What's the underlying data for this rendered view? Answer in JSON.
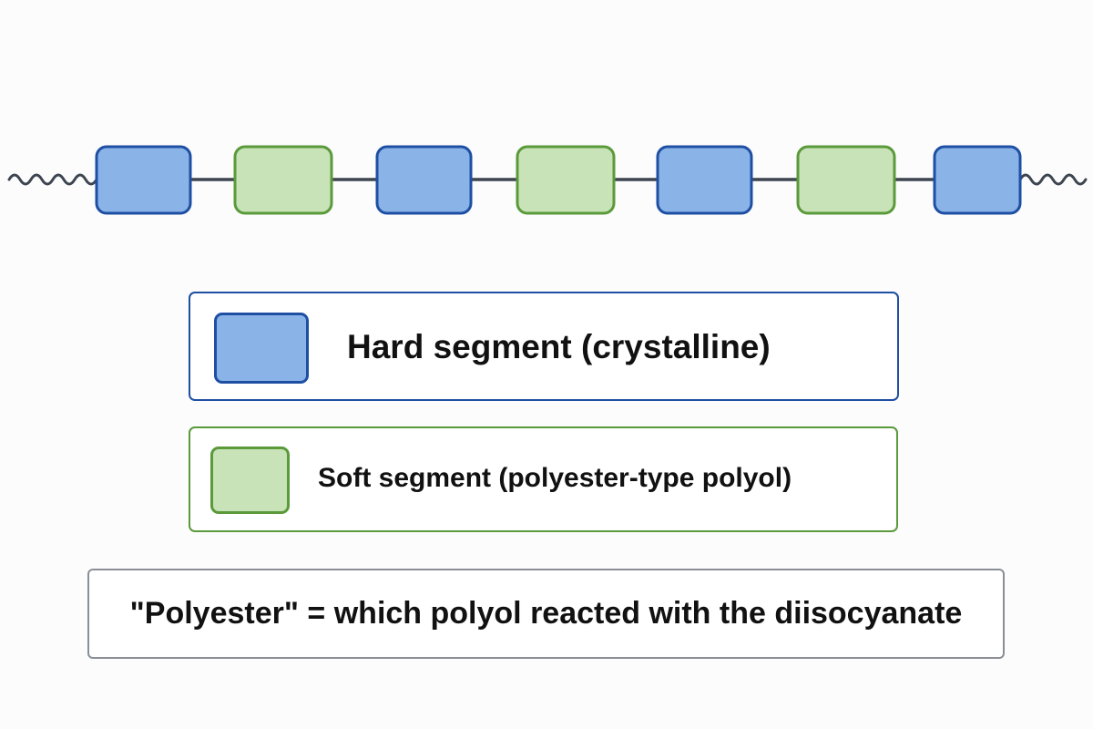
{
  "diagram": {
    "chain_sequence": [
      "hard",
      "soft",
      "hard",
      "soft",
      "hard",
      "soft",
      "hard"
    ],
    "colors": {
      "hard_fill": "#8ab4e8",
      "hard_border": "#1e4fa3",
      "soft_fill": "#c8e3b8",
      "soft_border": "#5a9a3a",
      "bond": "#3d4550",
      "note_border": "#8a8f96"
    }
  },
  "legend": {
    "hard_label": "Hard segment (crystalline)",
    "soft_label": "Soft segment (polyester-type polyol)"
  },
  "note": {
    "text": "\"Polyester\" = which polyol reacted with the diisocyanate"
  }
}
